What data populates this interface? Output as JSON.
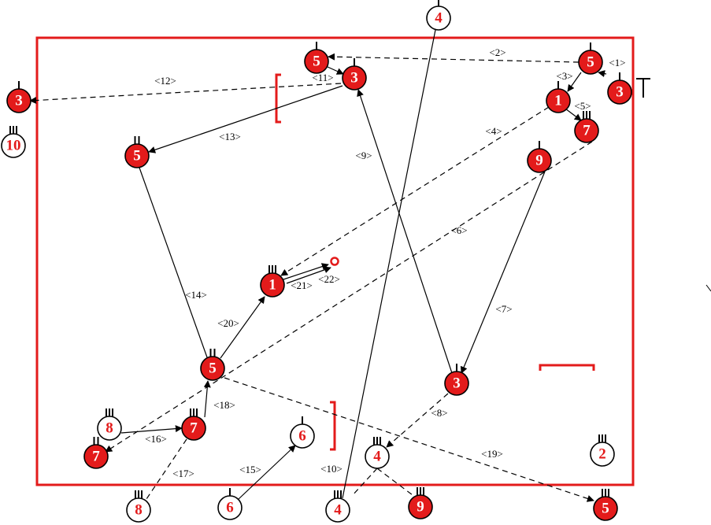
{
  "colors": {
    "accent": "#e31b1b",
    "line": "#000000",
    "open_fill": "#ffffff",
    "text_on_red": "#ffffff",
    "text_on_white": "#e31b1b"
  },
  "players": [
    {
      "id": "p-top-4",
      "num": "4",
      "style": "open"
    },
    {
      "id": "p-topleft-5",
      "num": "5",
      "style": "filled"
    },
    {
      "id": "p-topcenter-3",
      "num": "3",
      "style": "filled"
    },
    {
      "id": "p-topright-5",
      "num": "5",
      "style": "filled"
    },
    {
      "id": "p-right-3",
      "num": "3",
      "style": "filled"
    },
    {
      "id": "p-right-1",
      "num": "1",
      "style": "filled"
    },
    {
      "id": "p-right-7",
      "num": "7",
      "style": "filled"
    },
    {
      "id": "p-right-9",
      "num": "9",
      "style": "filled"
    },
    {
      "id": "p-outside-3",
      "num": "3",
      "style": "filled"
    },
    {
      "id": "p-outside-10",
      "num": "10",
      "style": "open"
    },
    {
      "id": "p-left-5",
      "num": "5",
      "style": "filled"
    },
    {
      "id": "p-center-1",
      "num": "1",
      "style": "filled"
    },
    {
      "id": "p-center-5",
      "num": "5",
      "style": "filled"
    },
    {
      "id": "p-midright-3",
      "num": "3",
      "style": "filled"
    },
    {
      "id": "p-bottom-7",
      "num": "7",
      "style": "filled"
    },
    {
      "id": "p-bottom-8",
      "num": "8",
      "style": "open"
    },
    {
      "id": "p-bottomleft-7",
      "num": "7",
      "style": "filled"
    },
    {
      "id": "p-bottom-6",
      "num": "6",
      "style": "open"
    },
    {
      "id": "p-bottom-4",
      "num": "4",
      "style": "open"
    },
    {
      "id": "p-bottomright-2",
      "num": "2",
      "style": "open"
    },
    {
      "id": "p-below-8",
      "num": "8",
      "style": "open"
    },
    {
      "id": "p-below-6",
      "num": "6",
      "style": "open"
    },
    {
      "id": "p-below-4",
      "num": "4",
      "style": "open"
    },
    {
      "id": "p-below-9",
      "num": "9",
      "style": "filled"
    },
    {
      "id": "p-below-5",
      "num": "5",
      "style": "filled"
    }
  ],
  "moves": [
    {
      "id": "m1",
      "label": "<1>",
      "dash": true,
      "head": true
    },
    {
      "id": "m2",
      "label": "<2>",
      "dash": true,
      "head": true
    },
    {
      "id": "m3",
      "label": "<3>",
      "dash": false,
      "head": true
    },
    {
      "id": "m4",
      "label": "<4>",
      "dash": true,
      "head": true
    },
    {
      "id": "m5",
      "label": "<5>",
      "dash": false,
      "head": true
    },
    {
      "id": "m6",
      "label": "<6>",
      "dash": true,
      "head": true
    },
    {
      "id": "m7",
      "label": "<7>",
      "dash": false,
      "head": true
    },
    {
      "id": "m8",
      "label": "<8>",
      "dash": true,
      "head": true
    },
    {
      "id": "m9",
      "label": "<9>",
      "dash": false,
      "head": true
    },
    {
      "id": "m10",
      "label": "<10>",
      "dash": false,
      "head": false
    },
    {
      "id": "m10b",
      "label": "",
      "dash": true,
      "head": false
    },
    {
      "id": "m10c",
      "label": "",
      "dash": true,
      "head": false
    },
    {
      "id": "m11",
      "label": "<11>",
      "dash": false,
      "head": true
    },
    {
      "id": "m12",
      "label": "<12>",
      "dash": true,
      "head": true
    },
    {
      "id": "m13",
      "label": "<13>",
      "dash": false,
      "head": true
    },
    {
      "id": "m14",
      "label": "<14>",
      "dash": false,
      "head": false
    },
    {
      "id": "m15",
      "label": "<15>",
      "dash": false,
      "head": true
    },
    {
      "id": "m16",
      "label": "<16>",
      "dash": false,
      "head": true
    },
    {
      "id": "m17",
      "label": "<17>",
      "dash": true,
      "head": false
    },
    {
      "id": "m18",
      "label": "<18>",
      "dash": false,
      "head": true
    },
    {
      "id": "m19",
      "label": "<19>",
      "dash": true,
      "head": true
    },
    {
      "id": "m20",
      "label": "<20>",
      "dash": false,
      "head": true
    },
    {
      "id": "m21",
      "label": "<21>",
      "dash": false,
      "head": true
    },
    {
      "id": "m22",
      "label": "<22>",
      "dash": false,
      "head": true
    }
  ]
}
